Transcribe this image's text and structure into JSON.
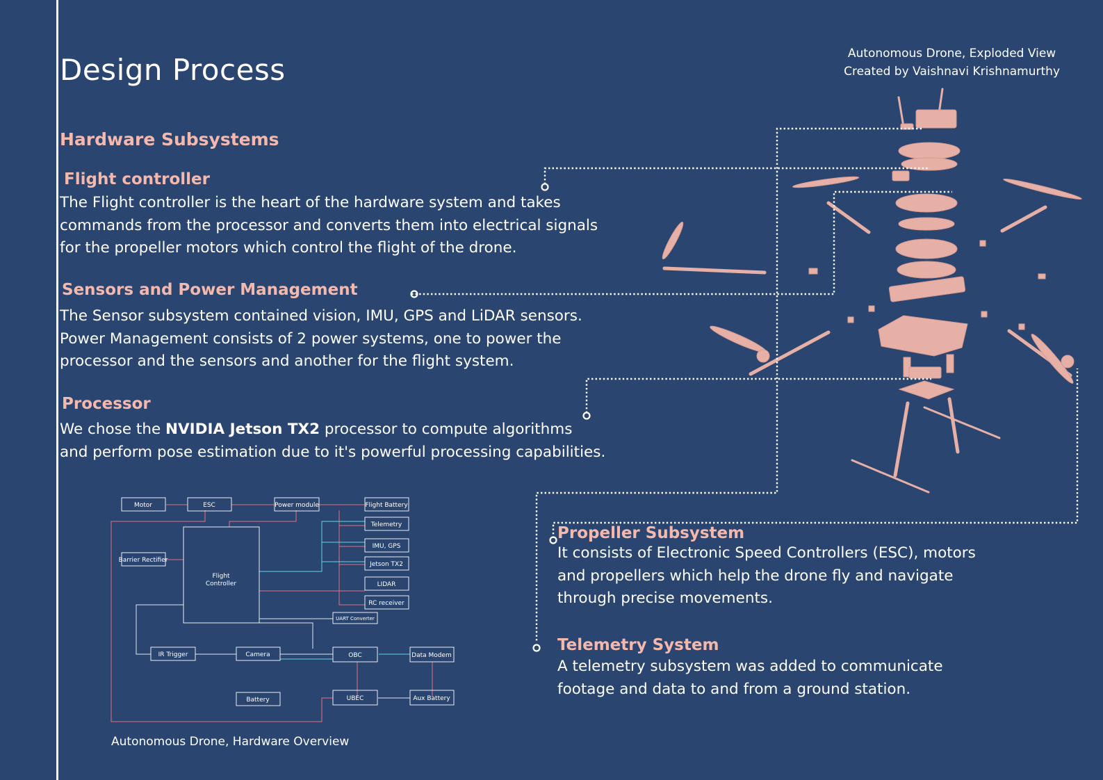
{
  "page": {
    "title": "Design Process",
    "credits": {
      "line1": "Autonomous Drone, Exploded View",
      "line2": "Created by Vaishnavi Krishnamurthy"
    },
    "section_heading": "Hardware Subsystems"
  },
  "sections": {
    "flight_controller": {
      "heading": "Flight controller",
      "lines": [
        "The Flight controller is the heart of the hardware system and takes",
        "commands from the processor and converts them into electrical signals",
        "for the propeller motors which control the flight of the drone."
      ]
    },
    "sensors": {
      "heading": "Sensors and Power Management",
      "lines": [
        "The Sensor subsystem contained vision, IMU, GPS and LiDAR sensors.",
        "Power Management consists of 2 power systems, one to power the",
        "processor and the sensors and another for the flight system."
      ]
    },
    "processor": {
      "heading": "Processor",
      "line1_pre": "We chose the ",
      "line1_bold": "NVIDIA Jetson TX2",
      "line1_post": " processor to compute algorithms",
      "line2": "and perform pose estimation due to it's powerful processing capabilities."
    },
    "propeller": {
      "heading": "Propeller Subsystem",
      "lines": [
        "It consists of Electronic Speed Controllers (ESC), motors",
        "and propellers which help the drone fly and navigate",
        "through precise movements."
      ]
    },
    "telemetry": {
      "heading": "Telemetry System",
      "lines": [
        "A telemetry subsystem was added to communicate",
        "footage and data to and from a ground station."
      ]
    }
  },
  "diagram": {
    "caption": "Autonomous Drone, Hardware Overview",
    "blocks": {
      "motor": "Motor",
      "esc": "ESC",
      "power_module": "Power module",
      "flight_battery": "Flight Battery",
      "telemetry": "Telemetry",
      "imu_gps": "IMU, GPS",
      "jetson": "Jetson TX2",
      "lidar": "LIDAR",
      "rc_receiver": "RC receiver",
      "barrier_rectifier": "Barrier Rectifier",
      "flight_controller_1": "Flight",
      "flight_controller_2": "Controller",
      "uart": "UART Converter",
      "ir_trigger": "IR Trigger",
      "camera": "Camera",
      "obc": "OBC",
      "data_modem": "Data Modem",
      "battery": "Battery",
      "ubec": "UBEC",
      "aux_battery": "Aux Battery"
    }
  },
  "colors": {
    "background": "#2b4571",
    "heading": "#f4b8ac",
    "text": "#ffffff",
    "wire_power": "#e07080",
    "wire_data": "#5ed6e6",
    "drone_parts": "#e7b0a6"
  }
}
